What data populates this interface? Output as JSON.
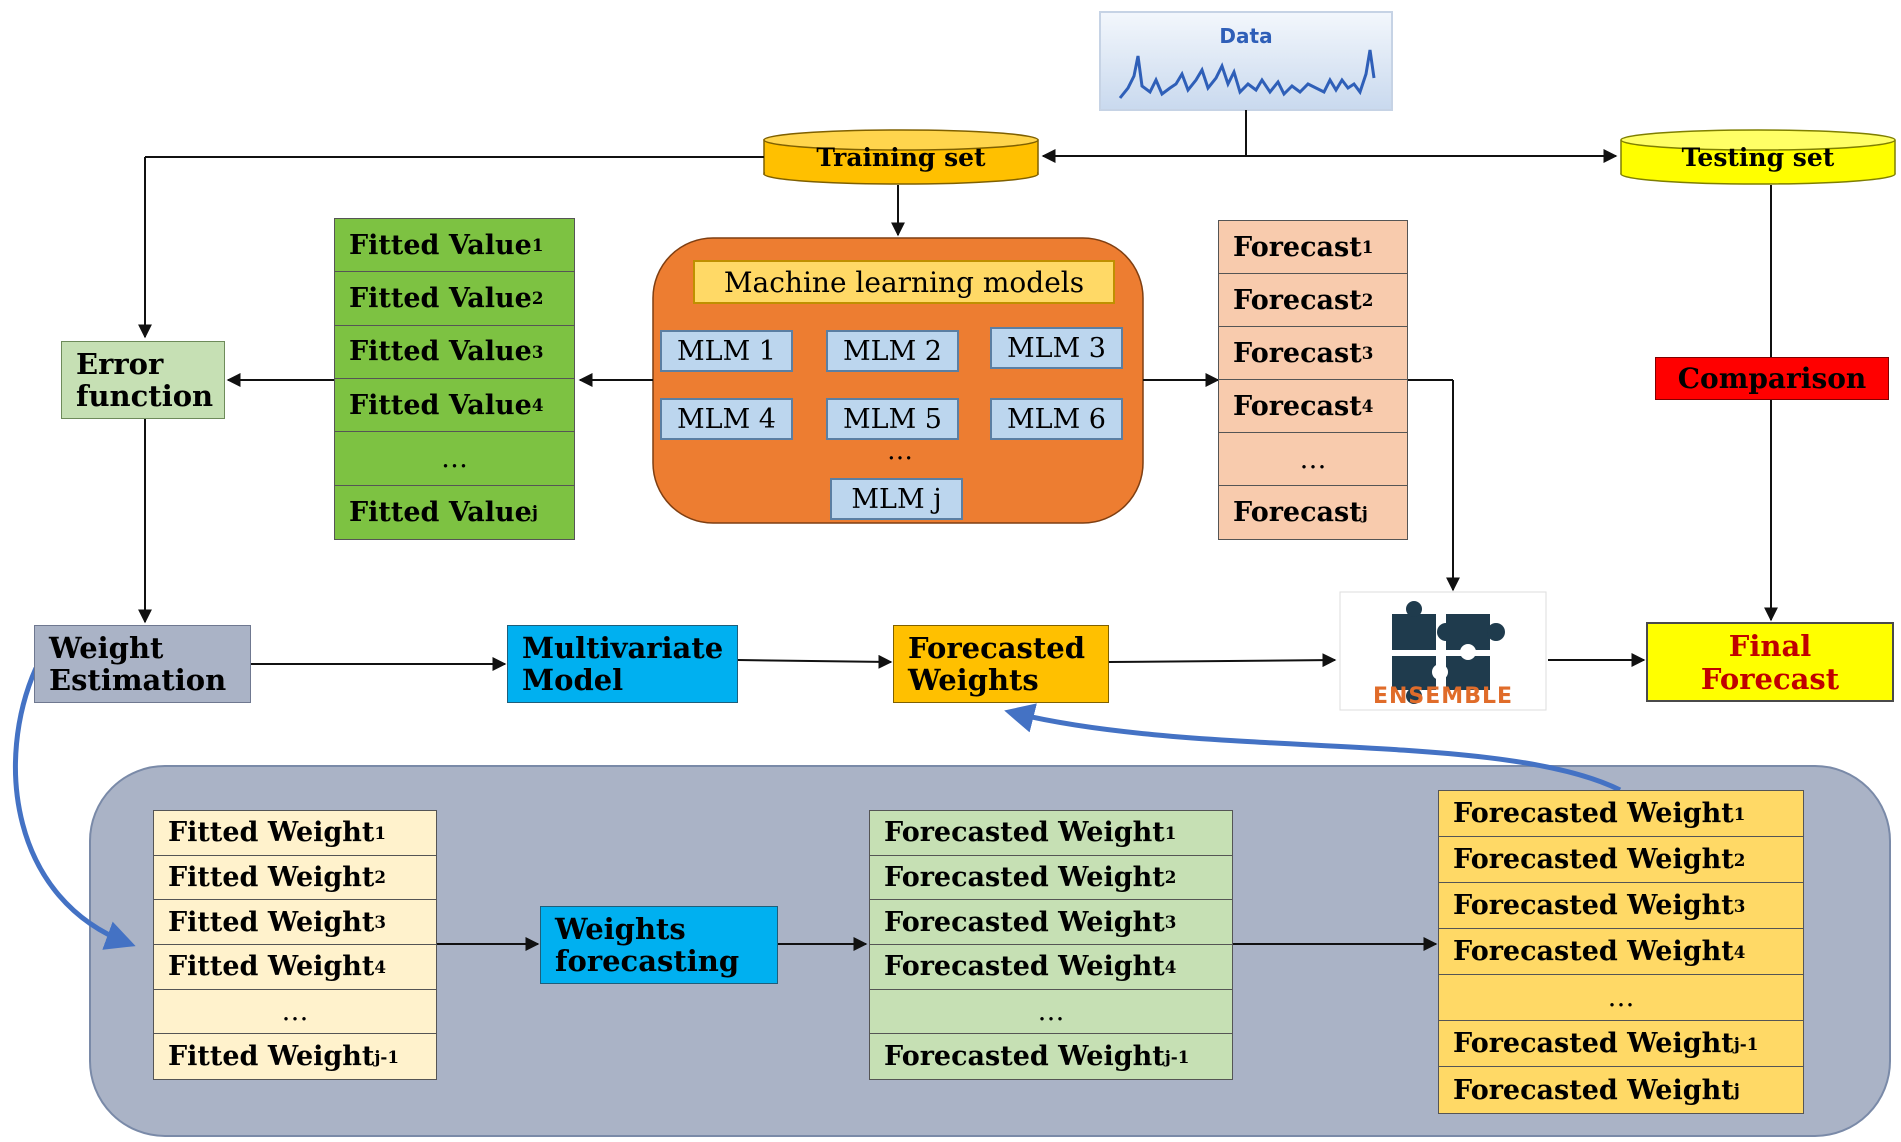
{
  "data_box": {
    "label": "Data"
  },
  "training_set": {
    "label": "Training set"
  },
  "testing_set": {
    "label": "Testing set"
  },
  "ml_models": {
    "title": "Machine learning models",
    "models": [
      "MLM 1",
      "MLM 2",
      "MLM 3",
      "MLM 4",
      "MLM 5",
      "MLM 6"
    ],
    "ellipsis": "…",
    "last_model": "MLM j"
  },
  "fitted_values": {
    "rows": [
      {
        "base": "Fitted Value",
        "sub": "1"
      },
      {
        "base": "Fitted Value",
        "sub": "2"
      },
      {
        "base": "Fitted Value",
        "sub": "3"
      },
      {
        "base": "Fitted Value",
        "sub": "4"
      },
      {
        "base": "…",
        "sub": ""
      },
      {
        "base": "Fitted Value",
        "sub": "j"
      }
    ]
  },
  "forecasts": {
    "rows": [
      {
        "base": "Forecast",
        "sub": "1"
      },
      {
        "base": "Forecast",
        "sub": "2"
      },
      {
        "base": "Forecast",
        "sub": "3"
      },
      {
        "base": "Forecast",
        "sub": "4"
      },
      {
        "base": "…",
        "sub": ""
      },
      {
        "base": "Forecast",
        "sub": "j"
      }
    ]
  },
  "error_function": {
    "line1": "Error",
    "line2": "function"
  },
  "comparison": {
    "label": "Comparison"
  },
  "weight_estimation": {
    "line1": "Weight",
    "line2": "Estimation"
  },
  "multivariate_model": {
    "line1": "Multivariate",
    "line2": "Model"
  },
  "forecasted_weights_box": {
    "line1": "Forecasted",
    "line2": "Weights"
  },
  "ensemble": {
    "label": "ENSEMBLE"
  },
  "final_forecast": {
    "line1": "Final",
    "line2": "Forecast"
  },
  "weights_forecasting": {
    "line1": "Weights",
    "line2": "forecasting"
  },
  "fitted_weights": {
    "rows": [
      {
        "base": "Fitted Weight",
        "sub": "1"
      },
      {
        "base": "Fitted Weight",
        "sub": "2"
      },
      {
        "base": "Fitted Weight",
        "sub": "3"
      },
      {
        "base": "Fitted Weight",
        "sub": "4"
      },
      {
        "base": "…",
        "sub": ""
      },
      {
        "base": "Fitted Weight",
        "sub": "j-1"
      }
    ]
  },
  "forecasted_weights_mid": {
    "rows": [
      {
        "base": "Forecasted Weight",
        "sub": "1"
      },
      {
        "base": "Forecasted Weight",
        "sub": "2"
      },
      {
        "base": "Forecasted Weight",
        "sub": "3"
      },
      {
        "base": "Forecasted Weight",
        "sub": "4"
      },
      {
        "base": "…",
        "sub": ""
      },
      {
        "base": "Forecasted Weight",
        "sub": "j-1"
      }
    ]
  },
  "forecasted_weights_final": {
    "rows": [
      {
        "base": "Forecasted Weight",
        "sub": "1"
      },
      {
        "base": "Forecasted Weight",
        "sub": "2"
      },
      {
        "base": "Forecasted Weight",
        "sub": "3"
      },
      {
        "base": "Forecasted Weight",
        "sub": "4"
      },
      {
        "base": "…",
        "sub": ""
      },
      {
        "base": "Forecasted Weight",
        "sub": "j-1"
      },
      {
        "base": "Forecasted Weight",
        "sub": "j"
      }
    ]
  },
  "colors": {
    "training": "#ffc000",
    "testing": "#ffff00",
    "ml_panel": "#ed7d31",
    "mlm_box": "#bcd6ee",
    "fitted_green": "#7dc242",
    "forecast_peach": "#f8cbad",
    "error_green": "#c6e0b4",
    "comparison_red": "#ff0000",
    "weight_est": "#aab3c6",
    "cyan": "#00b0f0",
    "orange": "#ffc000",
    "yellow": "#ffff00",
    "panel_blue": "#aab3c6",
    "pale_yellow": "#fff2cc",
    "pale_green": "#c6e0b4",
    "gold": "#ffd966",
    "curve_blue": "#4472c4"
  }
}
